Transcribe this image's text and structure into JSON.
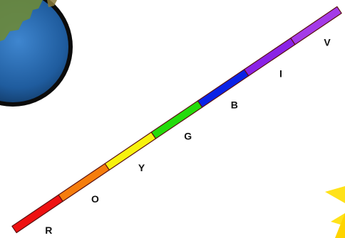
{
  "spectrum": {
    "bands": [
      {
        "label": "R",
        "color": "#ee1111"
      },
      {
        "label": "O",
        "color": "#f57d0d"
      },
      {
        "label": "Y",
        "color": "#f7f20f"
      },
      {
        "label": "G",
        "color": "#24dc0c"
      },
      {
        "label": "B",
        "color": "#0a22e6"
      },
      {
        "label": "I",
        "color": "#8a22e6"
      },
      {
        "label": "V",
        "color": "#a43ae8"
      }
    ],
    "outline_color": "#5a1010"
  },
  "earth": {
    "icon": "earth-globe-icon",
    "ocean_color": "#1f5c9e",
    "land_color": "#6d8a3a"
  },
  "sun": {
    "icon": "sun-rays-icon",
    "color": "#ffe21a"
  }
}
